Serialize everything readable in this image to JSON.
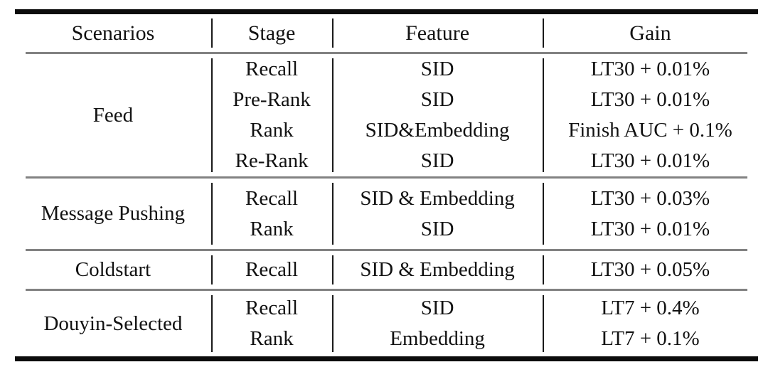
{
  "table": {
    "columns": [
      {
        "label": "Scenarios"
      },
      {
        "label": "Stage"
      },
      {
        "label": "Feature"
      },
      {
        "label": "Gain"
      }
    ],
    "groups": [
      {
        "scenario": "Feed",
        "rows": [
          {
            "stage": "Recall",
            "feature": "SID",
            "gain": "LT30 + 0.01%"
          },
          {
            "stage": "Pre-Rank",
            "feature": "SID",
            "gain": "LT30 + 0.01%"
          },
          {
            "stage": "Rank",
            "feature": "SID&Embedding",
            "gain": "Finish AUC + 0.1%"
          },
          {
            "stage": "Re-Rank",
            "feature": "SID",
            "gain": "LT30 + 0.01%"
          }
        ]
      },
      {
        "scenario": "Message Pushing",
        "rows": [
          {
            "stage": "Recall",
            "feature": "SID & Embedding",
            "gain": "LT30 + 0.03%"
          },
          {
            "stage": "Rank",
            "feature": "SID",
            "gain": "LT30 + 0.01%"
          }
        ]
      },
      {
        "scenario": "Coldstart",
        "rows": [
          {
            "stage": "Recall",
            "feature": "SID & Embedding",
            "gain": "LT30 + 0.05%"
          }
        ]
      },
      {
        "scenario": "Douyin-Selected",
        "rows": [
          {
            "stage": "Recall",
            "feature": "SID",
            "gain": "LT7 + 0.4%"
          },
          {
            "stage": "Rank",
            "feature": "Embedding",
            "gain": "LT7 + 0.1%"
          }
        ]
      }
    ],
    "colors": {
      "rule_thick": "#0c0c0c",
      "rule_thin": "#828282",
      "divider": "#1a1a1a",
      "text": "#121212",
      "background": "#ffffff"
    }
  }
}
